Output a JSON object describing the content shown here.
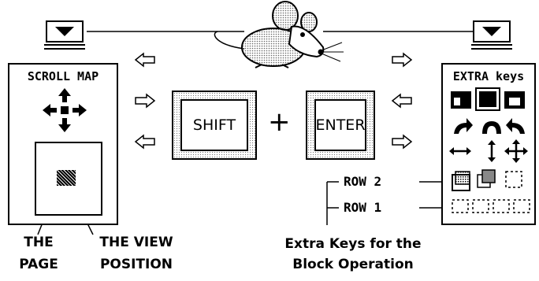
{
  "scroll_map": {
    "title": "SCROLL MAP"
  },
  "extra_keys": {
    "title": "EXTRA keys"
  },
  "keys": {
    "shift": "SHIFT",
    "plus": "+",
    "enter": "ENTER"
  },
  "rows": {
    "row2": "ROW 2",
    "row1": "ROW 1"
  },
  "captions": {
    "page_line1": "THE",
    "page_line2": "PAGE",
    "view_line1": "THE VIEW",
    "view_line2": "POSITION",
    "extra_line1": "Extra Keys for the",
    "extra_line2": "Block Operation"
  },
  "icons": [
    "mouse-illustration",
    "down-triangle-icon",
    "outline-arrow-icon",
    "move-cross-icon",
    "curved-arrow-icon",
    "resize-arrow-icon"
  ]
}
